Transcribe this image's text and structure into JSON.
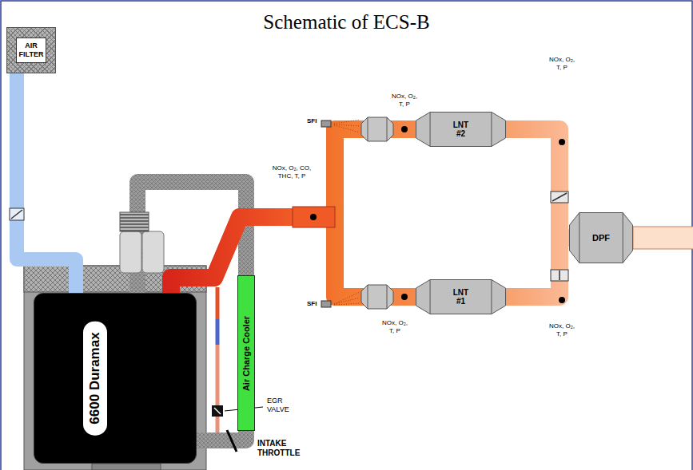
{
  "diagram": {
    "title": "Schematic of ECS-B",
    "nodes": [
      {
        "text": [
          "AIR FILTER"
        ]
      },
      {
        "text": [
          "6600 Duramax"
        ]
      },
      {
        "text": [
          "Air Charge Cooler"
        ]
      },
      {
        "text": [
          "LNT #2"
        ]
      },
      {
        "text": [
          "LNT #1"
        ]
      },
      {
        "text": [
          "DPF"
        ]
      }
    ],
    "edges": [
      {
        "from": 0,
        "to": 1,
        "arrow": "none"
      },
      {
        "from": 1,
        "to": 2,
        "arrow": "none"
      },
      {
        "from": 2,
        "to": 1,
        "arrow": "none"
      },
      {
        "from": 1,
        "to": 3,
        "arrow": "none"
      },
      {
        "from": 1,
        "to": 4,
        "arrow": "none"
      },
      {
        "from": 3,
        "to": 5,
        "arrow": "none"
      },
      {
        "from": 4,
        "to": 5,
        "arrow": "none"
      }
    ],
    "labels": [
      "NOx, O₂, CO, THC, T, P",
      "NOx, O₂, T, P",
      "NOx, O₂, T, P",
      "SFI",
      "SFI",
      "NOx, O₂, T, P",
      "NOx, O₂, T, P",
      "EGR VALVE",
      "INTAKE THROTTLE"
    ]
  }
}
